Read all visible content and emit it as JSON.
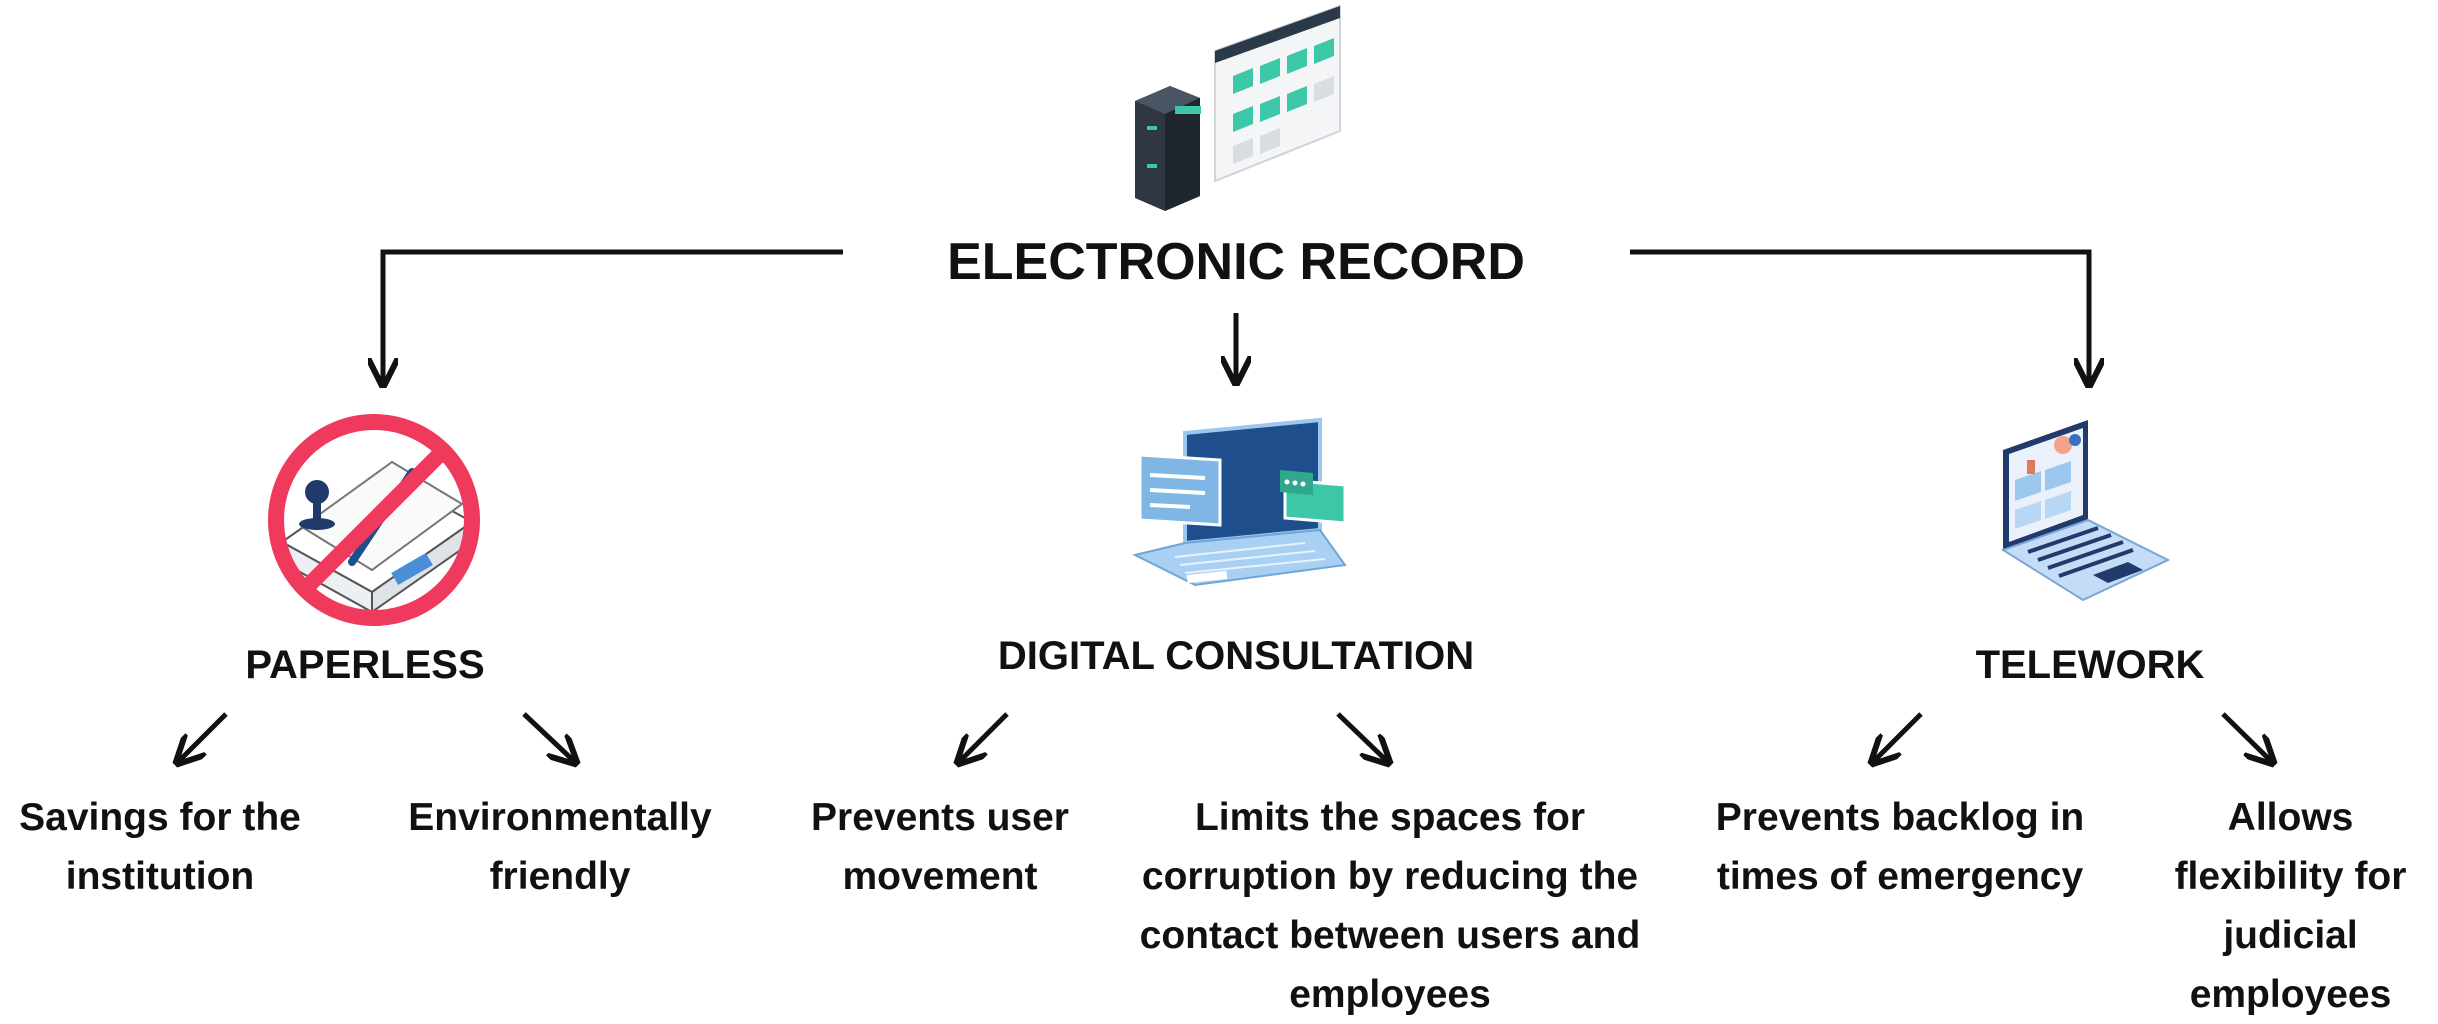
{
  "title": "ELECTRONIC RECORD",
  "branches": [
    {
      "label": "PAPERLESS",
      "icon": "no-paper-icon",
      "benefits": [
        "Savings for the institution",
        "Environmentally friendly"
      ]
    },
    {
      "label": "DIGITAL CONSULTATION",
      "icon": "laptop-chat-icon",
      "benefits": [
        "Prevents user movement",
        "Limits the spaces for corruption by reducing the contact between users and employees"
      ]
    },
    {
      "label": "TELEWORK",
      "icon": "laptop-video-call-icon",
      "benefits": [
        "Prevents backlog in times of emergency",
        "Allows flexibility for judicial employees"
      ]
    }
  ],
  "colors": {
    "ink": "#111111",
    "accent_teal": "#3cc7a8",
    "prohibit_red": "#ef3a5d",
    "laptop_blue": "#1f4e8c",
    "light_blue": "#9cc8ef"
  }
}
